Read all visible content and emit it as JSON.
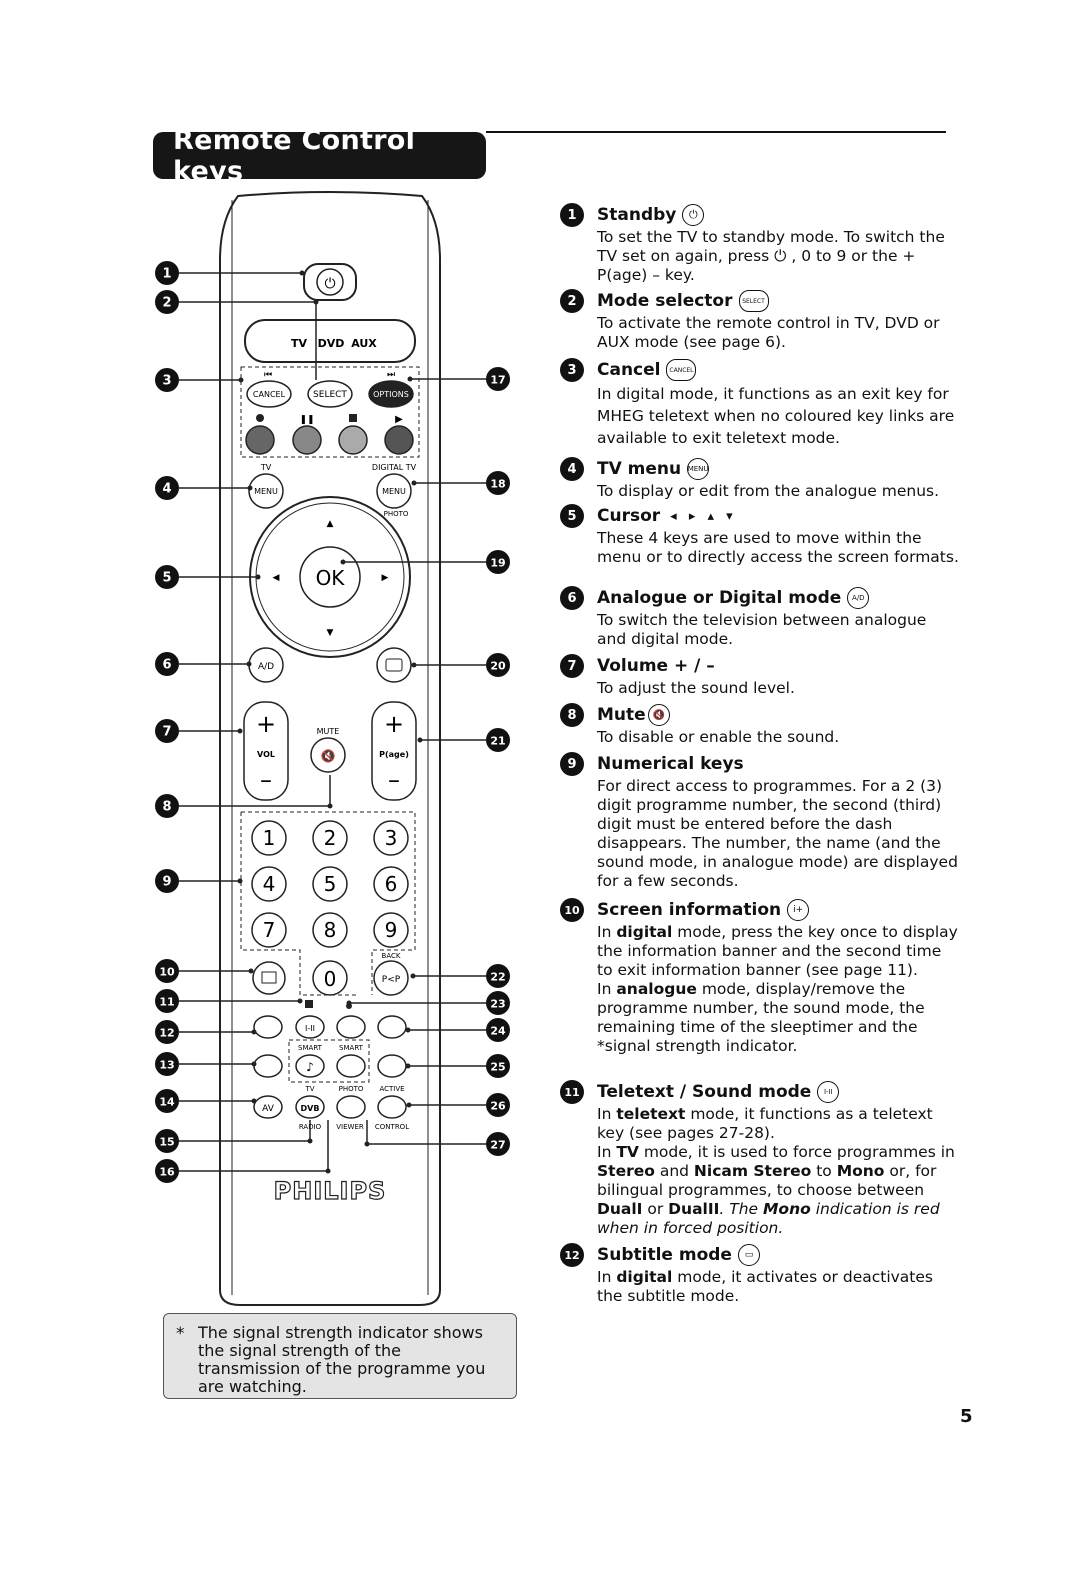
{
  "title": "Remote Control keys",
  "remote": {
    "mode_keys": [
      "TV",
      "DVD",
      "AUX"
    ],
    "cancel": "CANCEL",
    "select": "SELECT",
    "options": "OPTIONS",
    "tv_label": "TV",
    "digital_tv_label": "DIGITAL TV",
    "menu": "MENU",
    "photo": "PHOTO",
    "ok": "OK",
    "ad": "A/D",
    "mute": "MUTE",
    "vol": "VOL",
    "page": "P(age)",
    "digits": [
      "1",
      "2",
      "3",
      "4",
      "5",
      "6",
      "7",
      "8",
      "9"
    ],
    "zero": "0",
    "back": "BACK",
    "pp": "P<P",
    "smart1": "SMART",
    "smart2": "SMART",
    "tv2": "TV",
    "photo2": "PHOTO",
    "active": "ACTIVE",
    "av": "AV",
    "dvb": "DVB",
    "radio": "RADIO",
    "viewer": "VIEWER",
    "control": "CONTROL",
    "brand": "PHILIPS",
    "callouts_left": [
      "1",
      "2",
      "3",
      "4",
      "5",
      "6",
      "7",
      "8",
      "9",
      "10",
      "11",
      "12",
      "13",
      "14",
      "15",
      "16"
    ],
    "callouts_right": [
      "17",
      "18",
      "19",
      "20",
      "21",
      "22",
      "23",
      "24",
      "25",
      "26",
      "27"
    ]
  },
  "entries": [
    {
      "n": "1",
      "title": "Standby",
      "icon": "⏻",
      "body": "To set the TV to standby mode. To switch the TV set on again, press ⏻ , 0 to 9 or the + P(age) – key."
    },
    {
      "n": "2",
      "title": "Mode selector",
      "icon": "SELECT",
      "body": "To activate the remote control in TV, DVD or AUX mode (see page 6)."
    },
    {
      "n": "3",
      "title": "Cancel",
      "icon": "CANCEL",
      "body": "In digital mode, it functions as an exit key for MHEG teletext when no coloured key links are available to exit teletext mode."
    },
    {
      "n": "4",
      "title": "TV menu",
      "icon": "MENU",
      "body": "To display or edit from the analogue menus."
    },
    {
      "n": "5",
      "title": "Cursor",
      "icon": "◂ ▸ ▴ ▾",
      "body": "These 4 keys are used to move within the menu or to directly access the screen formats."
    },
    {
      "n": "6",
      "title": "Analogue or Digital mode",
      "icon": "A/D",
      "body": "To switch the television between analogue and digital mode."
    },
    {
      "n": "7",
      "title": "Volume + / –",
      "icon": "",
      "body": "To adjust the sound level."
    },
    {
      "n": "8",
      "title": "Mute",
      "icon": "🔇",
      "body": "To disable or enable the sound."
    },
    {
      "n": "9",
      "title": "Numerical keys",
      "icon": "",
      "body": "For direct access to programmes. For a 2 (3) digit programme number, the second (third) digit must be entered before the dash disappears. The number, the name (and the sound mode, in analogue mode) are displayed for a few seconds."
    },
    {
      "n": "10",
      "title": "Screen information",
      "icon": "i+",
      "body_parts": [
        {
          "t": "In "
        },
        {
          "b": "digital"
        },
        {
          "t": " mode, press the key once to display the information banner and the second time to exit information banner (see page 11)."
        },
        {
          "br": true
        },
        {
          "t": "In "
        },
        {
          "b": "analogue"
        },
        {
          "t": " mode, display/remove the programme number, the sound mode, the remaining time of the sleeptimer and the *signal strength indicator."
        }
      ]
    },
    {
      "n": "11",
      "title": "Teletext / Sound mode",
      "icon": "I-II",
      "body_parts": [
        {
          "t": "In "
        },
        {
          "b": "teletext"
        },
        {
          "t": " mode, it functions as a teletext key (see pages 27-28)."
        },
        {
          "br": true
        },
        {
          "t": "In "
        },
        {
          "b": "TV"
        },
        {
          "t": " mode, it is used to force programmes in "
        },
        {
          "b": "Stereo"
        },
        {
          "t": " and "
        },
        {
          "b": "Nicam Stereo"
        },
        {
          "t": " to "
        },
        {
          "b": "Mono"
        },
        {
          "t": " or, for bilingual programmes, to choose between "
        },
        {
          "b": "DualI"
        },
        {
          "t": " or "
        },
        {
          "b": "DualII"
        },
        {
          "i": ". The "
        },
        {
          "bi": "Mono"
        },
        {
          "i": " indication is red when in forced position."
        }
      ]
    },
    {
      "n": "12",
      "title": "Subtitle mode",
      "icon": "▭",
      "body_parts": [
        {
          "t": "In "
        },
        {
          "b": "digital"
        },
        {
          "t": " mode, it activates or deactivates the subtitle mode."
        }
      ]
    }
  ],
  "footnote": {
    "asterisk": "*",
    "text": "The signal strength indicator shows the signal strength of the transmission of the programme you are watching."
  },
  "page_number": "5"
}
